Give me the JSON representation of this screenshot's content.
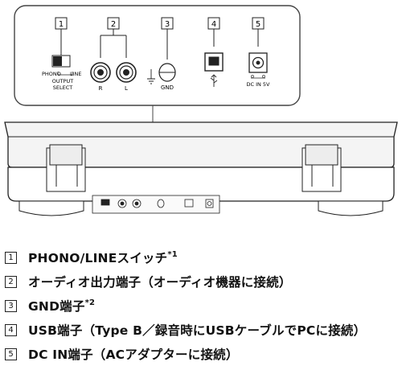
{
  "callouts": [
    "1",
    "2",
    "3",
    "4",
    "5"
  ],
  "panel_labels": {
    "phono": "PHONO",
    "line": "LINE",
    "output_select_1": "OUTPUT",
    "output_select_2": "SELECT",
    "r": "R",
    "l": "L",
    "gnd": "GND",
    "dc_in": "DC IN 5V"
  },
  "legend": [
    {
      "num": "1",
      "text": "PHONO/LINEスイッチ",
      "sup": "*1"
    },
    {
      "num": "2",
      "text": "オーディオ出力端子（オーディオ機器に接続）",
      "sup": ""
    },
    {
      "num": "3",
      "text": "GND端子",
      "sup": "*2"
    },
    {
      "num": "4",
      "text": "USB端子（Type B／録音時にUSBケーブルでPCに接続）",
      "sup": ""
    },
    {
      "num": "5",
      "text": "DC IN端子（ACアダプターに接続）",
      "sup": ""
    }
  ]
}
